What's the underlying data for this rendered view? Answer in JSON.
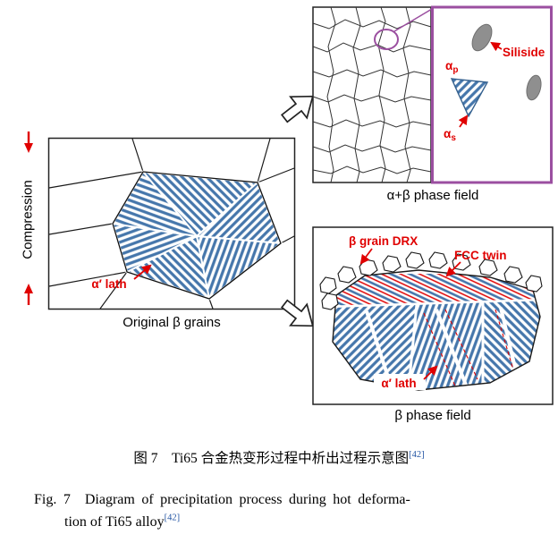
{
  "left_panel": {
    "compression": "Compression",
    "alpha_lath": "α′ lath",
    "caption": "Original β grains"
  },
  "alpha_beta_panel": {
    "alpha_p_base": "α",
    "alpha_p_sub": "p",
    "alpha_s_base": "α",
    "alpha_s_sub": "s",
    "siliside": "Siliside",
    "caption": "α+β phase field"
  },
  "beta_panel": {
    "beta_grain_drx": "β grain DRX",
    "fcc_twin": "FCC twin",
    "alpha_lath": "α′ lath",
    "caption": "β phase field"
  },
  "captions": {
    "zh_text": "图 7　Ti65 合金热变形过程中析出过程示意图",
    "zh_ref": "[42]",
    "en_line1": "Fig. 7  Diagram of precipitation process during hot deforma-",
    "en_line2": "tion of Ti65 alloy",
    "en_ref": "[42]"
  },
  "colors": {
    "hatch_blue": "#4576ab",
    "label_red": "#e00000",
    "purple": "#9b4fa0",
    "particle_gray": "#8f8f8f",
    "citation_blue": "#2456a4"
  },
  "icons": {
    "compression_arrow_top": "↓",
    "compression_arrow_bottom": "↑",
    "transform_arrow_top": "⇗",
    "transform_arrow_bottom": "⇘"
  }
}
